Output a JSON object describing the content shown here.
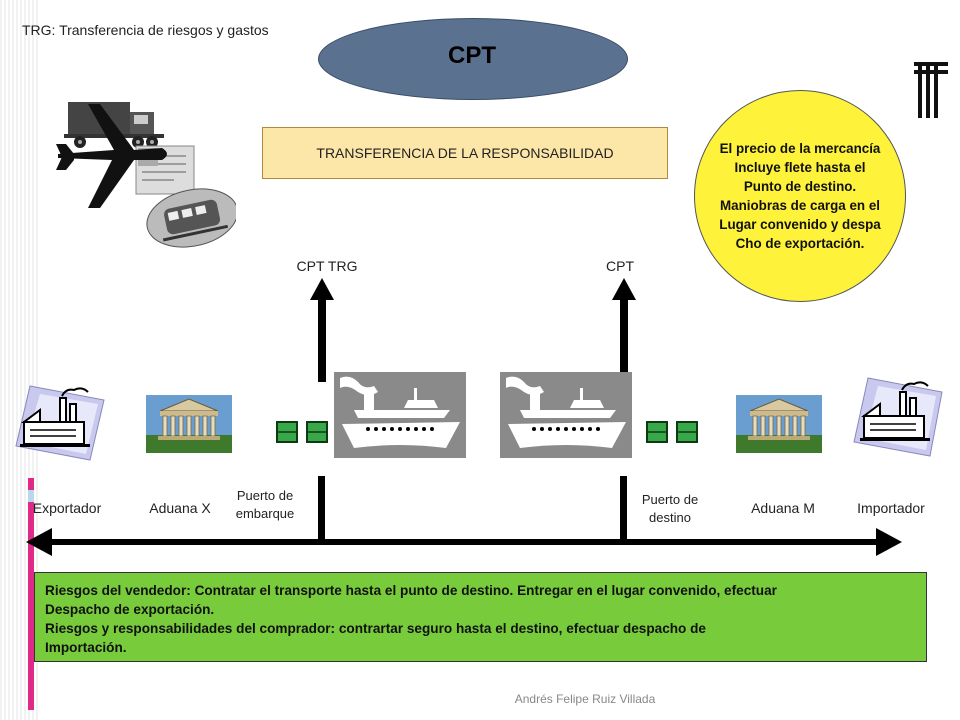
{
  "header": {
    "trg_note": "TRG: Transferencia de riesgos y gastos",
    "title": "CPT"
  },
  "responsibility_box": {
    "text": "TRANSFERENCIA DE LA RESPONSABILIDAD"
  },
  "price_note": {
    "lines": [
      "El precio de la mercancía",
      "Incluye flete hasta el",
      "Punto de destino.",
      "Maniobras de carga en el",
      "Lugar convenido y despa",
      "Cho de exportación."
    ]
  },
  "arrows": {
    "left_label": "CPT TRG",
    "right_label": "CPT"
  },
  "nodes": {
    "exporter": "Exportador",
    "customs_x": "Aduana X",
    "port_embark_line1": "Puerto de",
    "port_embark_line2": "embarque",
    "port_dest_line1": "Puerto de",
    "port_dest_line2": "destino",
    "customs_m": "Aduana M",
    "importer": "Importador"
  },
  "risks_box": {
    "lines": [
      "Riesgos del vendedor: Contratar el transporte hasta el punto de destino. Entregar en el lugar convenido, efectuar",
      "Despacho de exportación.",
      "Riesgos y responsabilidades del comprador: contrartar seguro hasta el destino, efectuar despacho de",
      "Importación."
    ]
  },
  "footer": {
    "author": "Andrés Felipe Ruiz Villada"
  },
  "icons": [
    "transport-collage-icon",
    "factory-icon",
    "customs-building-icon",
    "container-icon",
    "ship-icon",
    "corner-mark-icon"
  ],
  "colors": {
    "title_ellipse": "#5a7190",
    "responsibility_box": "#fde7a8",
    "price_circle": "#fff23a",
    "risks_box": "#78cc3c",
    "accent_stripe": "#e02a8a"
  }
}
